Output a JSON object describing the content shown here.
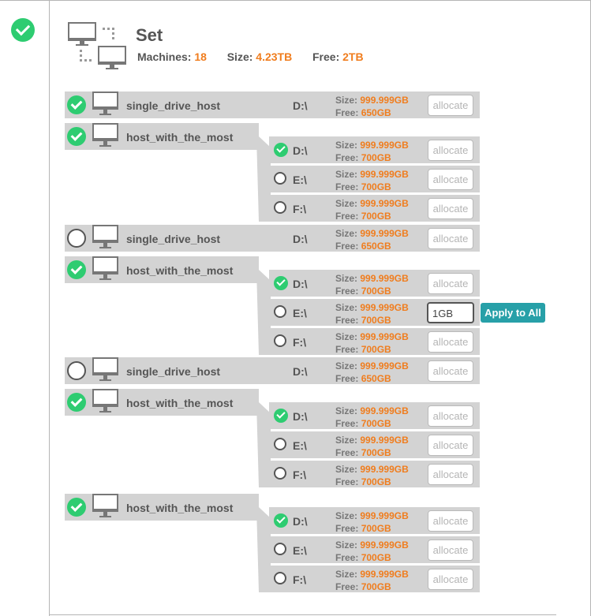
{
  "set": {
    "title": "Set",
    "machines_label": "Machines:",
    "machines_value": "18",
    "size_label": "Size:",
    "size_value": "4.23TB",
    "free_label": "Free:",
    "free_value": "2TB"
  },
  "labels": {
    "size": "Size:",
    "free": "Free:",
    "allocate": "allocate",
    "apply_to_all": "Apply to All"
  },
  "hosts": [
    {
      "name": "single_drive_host",
      "selected": true,
      "drives": [
        {
          "label": "D:\\",
          "size": "999.999GB",
          "free": "650GB",
          "allocation": ""
        }
      ]
    },
    {
      "name": "host_with_the_most",
      "selected": true,
      "drives": [
        {
          "label": "D:\\",
          "selected": true,
          "size": "999.999GB",
          "free": "700GB",
          "allocation": ""
        },
        {
          "label": "E:\\",
          "selected": false,
          "size": "999.999GB",
          "free": "700GB",
          "allocation": ""
        },
        {
          "label": "F:\\",
          "selected": false,
          "size": "999.999GB",
          "free": "700GB",
          "allocation": ""
        }
      ]
    },
    {
      "name": "single_drive_host",
      "selected": false,
      "drives": [
        {
          "label": "D:\\",
          "size": "999.999GB",
          "free": "650GB",
          "allocation": ""
        }
      ]
    },
    {
      "name": "host_with_the_most",
      "selected": true,
      "drives": [
        {
          "label": "D:\\",
          "selected": true,
          "size": "999.999GB",
          "free": "700GB",
          "allocation": ""
        },
        {
          "label": "E:\\",
          "selected": false,
          "size": "999.999GB",
          "free": "700GB",
          "allocation": "1GB"
        },
        {
          "label": "F:\\",
          "selected": false,
          "size": "999.999GB",
          "free": "700GB",
          "allocation": ""
        }
      ]
    },
    {
      "name": "single_drive_host",
      "selected": false,
      "drives": [
        {
          "label": "D:\\",
          "size": "999.999GB",
          "free": "650GB",
          "allocation": ""
        }
      ]
    },
    {
      "name": "host_with_the_most",
      "selected": true,
      "drives": [
        {
          "label": "D:\\",
          "selected": true,
          "size": "999.999GB",
          "free": "700GB",
          "allocation": ""
        },
        {
          "label": "E:\\",
          "selected": false,
          "size": "999.999GB",
          "free": "700GB",
          "allocation": ""
        },
        {
          "label": "F:\\",
          "selected": false,
          "size": "999.999GB",
          "free": "700GB",
          "allocation": ""
        }
      ]
    },
    {
      "name": "host_with_the_most",
      "selected": true,
      "drives": [
        {
          "label": "D:\\",
          "selected": true,
          "size": "999.999GB",
          "free": "700GB",
          "allocation": ""
        },
        {
          "label": "E:\\",
          "selected": false,
          "size": "999.999GB",
          "free": "700GB",
          "allocation": ""
        },
        {
          "label": "F:\\",
          "selected": false,
          "size": "999.999GB",
          "free": "700GB",
          "allocation": ""
        }
      ]
    }
  ],
  "colors": {
    "check": "#2ecc71",
    "accent": "#f07d1e",
    "apply": "#27a0a8",
    "bar": "#d3d3d3"
  },
  "icons": {
    "set": "network-computers-icon",
    "host": "monitor-icon",
    "selected": "check-circle-icon",
    "unselected": "empty-circle-icon"
  }
}
